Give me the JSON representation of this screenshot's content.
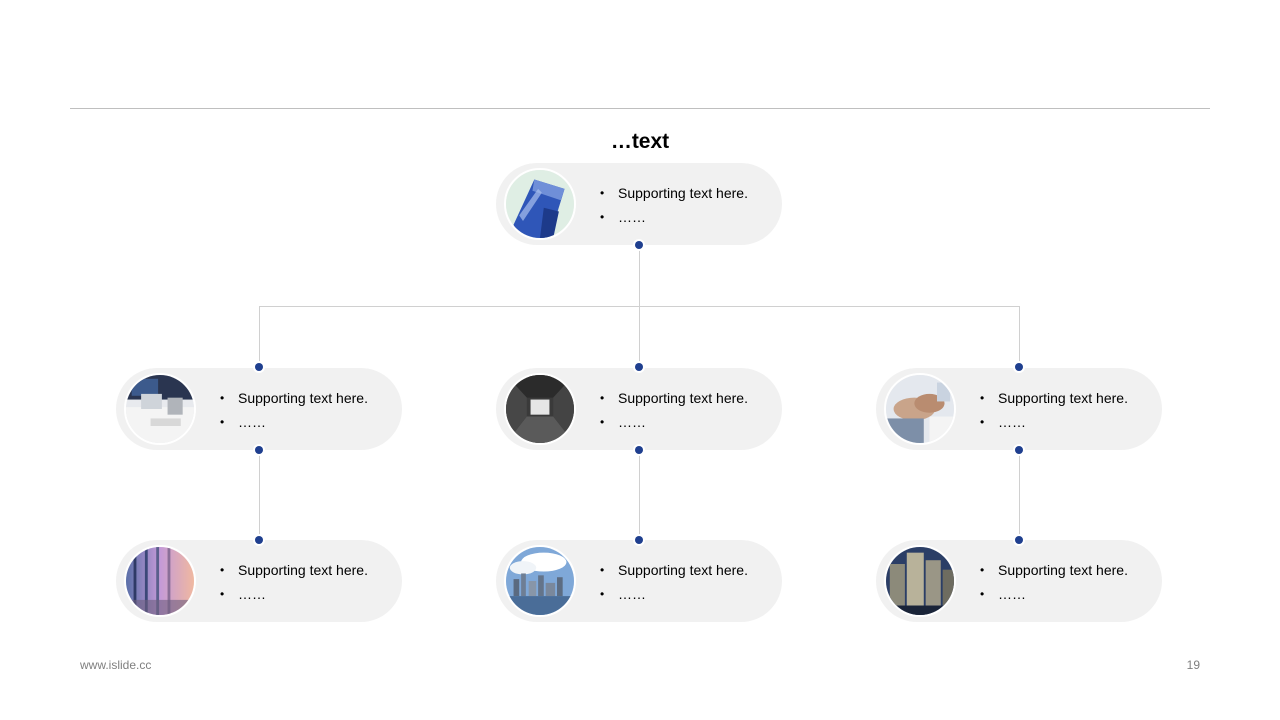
{
  "title": "…text",
  "nodes": [
    {
      "bullets": [
        "Supporting text here.",
        "……"
      ],
      "photo": "building-glass-blue"
    },
    {
      "bullets": [
        "Supporting text here.",
        "……"
      ],
      "photo": "office-desk"
    },
    {
      "bullets": [
        "Supporting text here.",
        "……"
      ],
      "photo": "tunnel-gray"
    },
    {
      "bullets": [
        "Supporting text here.",
        "……"
      ],
      "photo": "business-handshake"
    },
    {
      "bullets": [
        "Supporting text here.",
        "……"
      ],
      "photo": "glass-window-pink"
    },
    {
      "bullets": [
        "Supporting text here.",
        "……"
      ],
      "photo": "city-skyline"
    },
    {
      "bullets": [
        "Supporting text here.",
        "……"
      ],
      "photo": "tower-buildings"
    }
  ],
  "bullet_glyph": "•",
  "footer": {
    "website": "www.islide.cc",
    "page_number": "19"
  },
  "colors": {
    "node_bg": "#f1f1f1",
    "connector": "#d0d0d0",
    "pin": "#1f3f8f",
    "rule": "#bfbfbf"
  }
}
